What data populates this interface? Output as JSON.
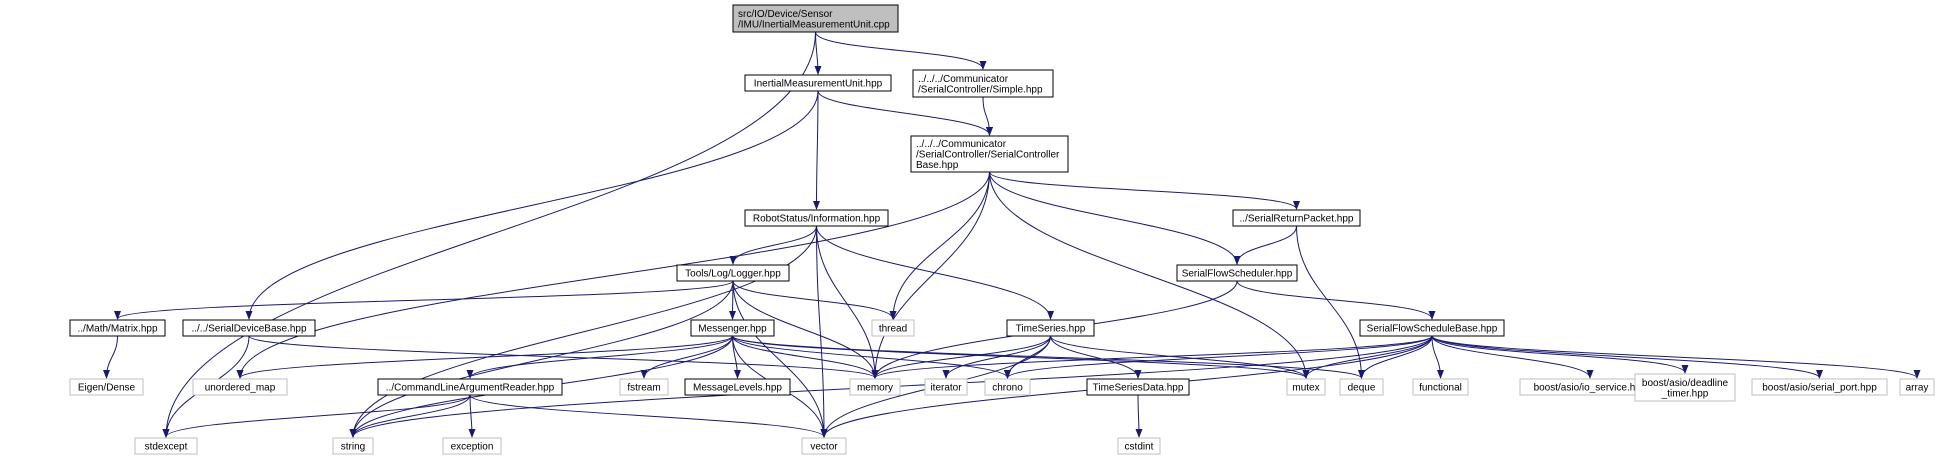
{
  "colors": {
    "edge": "#191970",
    "root_fill": "#bfbfbf",
    "node_fill": "#ffffff",
    "node_border": "#000000",
    "system_border": "#bfbfbf"
  },
  "nodes": [
    {
      "id": "root",
      "lines": [
        "src/IO/Device/Sensor",
        "/IMU/InertialMeasurementUnit.cpp"
      ],
      "kind": "root"
    },
    {
      "id": "imu_hpp",
      "lines": [
        "InertialMeasurementUnit.hpp"
      ],
      "kind": "file"
    },
    {
      "id": "simple",
      "lines": [
        "../../../Communicator",
        "/SerialController/Simple.hpp"
      ],
      "kind": "file"
    },
    {
      "id": "sc_base",
      "lines": [
        "../../../Communicator",
        "/SerialController/SerialController",
        "Base.hpp"
      ],
      "kind": "file"
    },
    {
      "id": "info",
      "lines": [
        "RobotStatus/Information.hpp"
      ],
      "kind": "file"
    },
    {
      "id": "retpkt",
      "lines": [
        "../SerialReturnPacket.hpp"
      ],
      "kind": "file"
    },
    {
      "id": "logger",
      "lines": [
        "Tools/Log/Logger.hpp"
      ],
      "kind": "file"
    },
    {
      "id": "flowsched",
      "lines": [
        "SerialFlowScheduler.hpp"
      ],
      "kind": "file"
    },
    {
      "id": "thread",
      "lines": [
        "thread"
      ],
      "kind": "system"
    },
    {
      "id": "matrix",
      "lines": [
        "../Math/Matrix.hpp"
      ],
      "kind": "file"
    },
    {
      "id": "devbase",
      "lines": [
        "../../SerialDeviceBase.hpp"
      ],
      "kind": "file"
    },
    {
      "id": "messenger",
      "lines": [
        "Messenger.hpp"
      ],
      "kind": "file"
    },
    {
      "id": "timeseries",
      "lines": [
        "TimeSeries.hpp"
      ],
      "kind": "file"
    },
    {
      "id": "fsbase",
      "lines": [
        "SerialFlowScheduleBase.hpp"
      ],
      "kind": "file"
    },
    {
      "id": "eigen",
      "lines": [
        "Eigen/Dense"
      ],
      "kind": "system"
    },
    {
      "id": "umap",
      "lines": [
        "unordered_map"
      ],
      "kind": "system"
    },
    {
      "id": "cmdline",
      "lines": [
        "../CommandLineArgumentReader.hpp"
      ],
      "kind": "file"
    },
    {
      "id": "fstream",
      "lines": [
        "fstream"
      ],
      "kind": "system"
    },
    {
      "id": "msglevels",
      "lines": [
        "MessageLevels.hpp"
      ],
      "kind": "file"
    },
    {
      "id": "memory",
      "lines": [
        "memory"
      ],
      "kind": "system"
    },
    {
      "id": "iterator",
      "lines": [
        "iterator"
      ],
      "kind": "system"
    },
    {
      "id": "chrono",
      "lines": [
        "chrono"
      ],
      "kind": "system"
    },
    {
      "id": "tsdata",
      "lines": [
        "TimeSeriesData.hpp"
      ],
      "kind": "file"
    },
    {
      "id": "mutex",
      "lines": [
        "mutex"
      ],
      "kind": "system"
    },
    {
      "id": "deque",
      "lines": [
        "deque"
      ],
      "kind": "system"
    },
    {
      "id": "functional",
      "lines": [
        "functional"
      ],
      "kind": "system"
    },
    {
      "id": "io_service",
      "lines": [
        "boost/asio/io_service.hpp"
      ],
      "kind": "system"
    },
    {
      "id": "deadline",
      "lines": [
        "boost/asio/deadline",
        "_timer.hpp"
      ],
      "kind": "system"
    },
    {
      "id": "serial_port",
      "lines": [
        "boost/asio/serial_port.hpp"
      ],
      "kind": "system"
    },
    {
      "id": "array",
      "lines": [
        "array"
      ],
      "kind": "system"
    },
    {
      "id": "stdexcept",
      "lines": [
        "stdexcept"
      ],
      "kind": "system"
    },
    {
      "id": "string",
      "lines": [
        "string"
      ],
      "kind": "system"
    },
    {
      "id": "exception",
      "lines": [
        "exception"
      ],
      "kind": "system"
    },
    {
      "id": "vector",
      "lines": [
        "vector"
      ],
      "kind": "system"
    },
    {
      "id": "cstdint",
      "lines": [
        "cstdint"
      ],
      "kind": "system"
    }
  ],
  "edges": [
    [
      "root",
      "imu_hpp"
    ],
    [
      "root",
      "simple"
    ],
    [
      "root",
      "stdexcept"
    ],
    [
      "imu_hpp",
      "sc_base"
    ],
    [
      "imu_hpp",
      "info"
    ],
    [
      "imu_hpp",
      "devbase"
    ],
    [
      "simple",
      "sc_base"
    ],
    [
      "sc_base",
      "umap"
    ],
    [
      "sc_base",
      "thread"
    ],
    [
      "sc_base",
      "memory"
    ],
    [
      "sc_base",
      "mutex"
    ],
    [
      "sc_base",
      "retpkt"
    ],
    [
      "sc_base",
      "flowsched"
    ],
    [
      "info",
      "string"
    ],
    [
      "info",
      "logger"
    ],
    [
      "info",
      "memory"
    ],
    [
      "info",
      "timeseries"
    ],
    [
      "info",
      "vector"
    ],
    [
      "retpkt",
      "flowsched"
    ],
    [
      "retpkt",
      "deque"
    ],
    [
      "logger",
      "matrix"
    ],
    [
      "logger",
      "string"
    ],
    [
      "logger",
      "thread"
    ],
    [
      "logger",
      "messenger"
    ],
    [
      "logger",
      "memory"
    ],
    [
      "logger",
      "vector"
    ],
    [
      "flowsched",
      "memory"
    ],
    [
      "flowsched",
      "fsbase"
    ],
    [
      "matrix",
      "eigen"
    ],
    [
      "devbase",
      "stdexcept"
    ],
    [
      "devbase",
      "memory"
    ],
    [
      "messenger",
      "umap"
    ],
    [
      "messenger",
      "string"
    ],
    [
      "messenger",
      "cmdline"
    ],
    [
      "messenger",
      "fstream"
    ],
    [
      "messenger",
      "msglevels"
    ],
    [
      "messenger",
      "memory"
    ],
    [
      "messenger",
      "vector"
    ],
    [
      "messenger",
      "chrono"
    ],
    [
      "messenger",
      "mutex"
    ],
    [
      "messenger",
      "deque"
    ],
    [
      "cmdline",
      "stdexcept"
    ],
    [
      "cmdline",
      "string"
    ],
    [
      "cmdline",
      "exception"
    ],
    [
      "cmdline",
      "vector"
    ],
    [
      "timeseries",
      "memory"
    ],
    [
      "timeseries",
      "iterator"
    ],
    [
      "timeseries",
      "chrono"
    ],
    [
      "timeseries",
      "tsdata"
    ],
    [
      "timeseries",
      "mutex"
    ],
    [
      "timeseries",
      "vector"
    ],
    [
      "tsdata",
      "cstdint"
    ],
    [
      "fsbase",
      "memory"
    ],
    [
      "fsbase",
      "chrono"
    ],
    [
      "fsbase",
      "mutex"
    ],
    [
      "fsbase",
      "deque"
    ],
    [
      "fsbase",
      "functional"
    ],
    [
      "fsbase",
      "io_service"
    ],
    [
      "fsbase",
      "deadline"
    ],
    [
      "fsbase",
      "serial_port"
    ],
    [
      "fsbase",
      "array"
    ],
    [
      "fsbase",
      "string"
    ],
    [
      "fsbase",
      "vector"
    ]
  ]
}
